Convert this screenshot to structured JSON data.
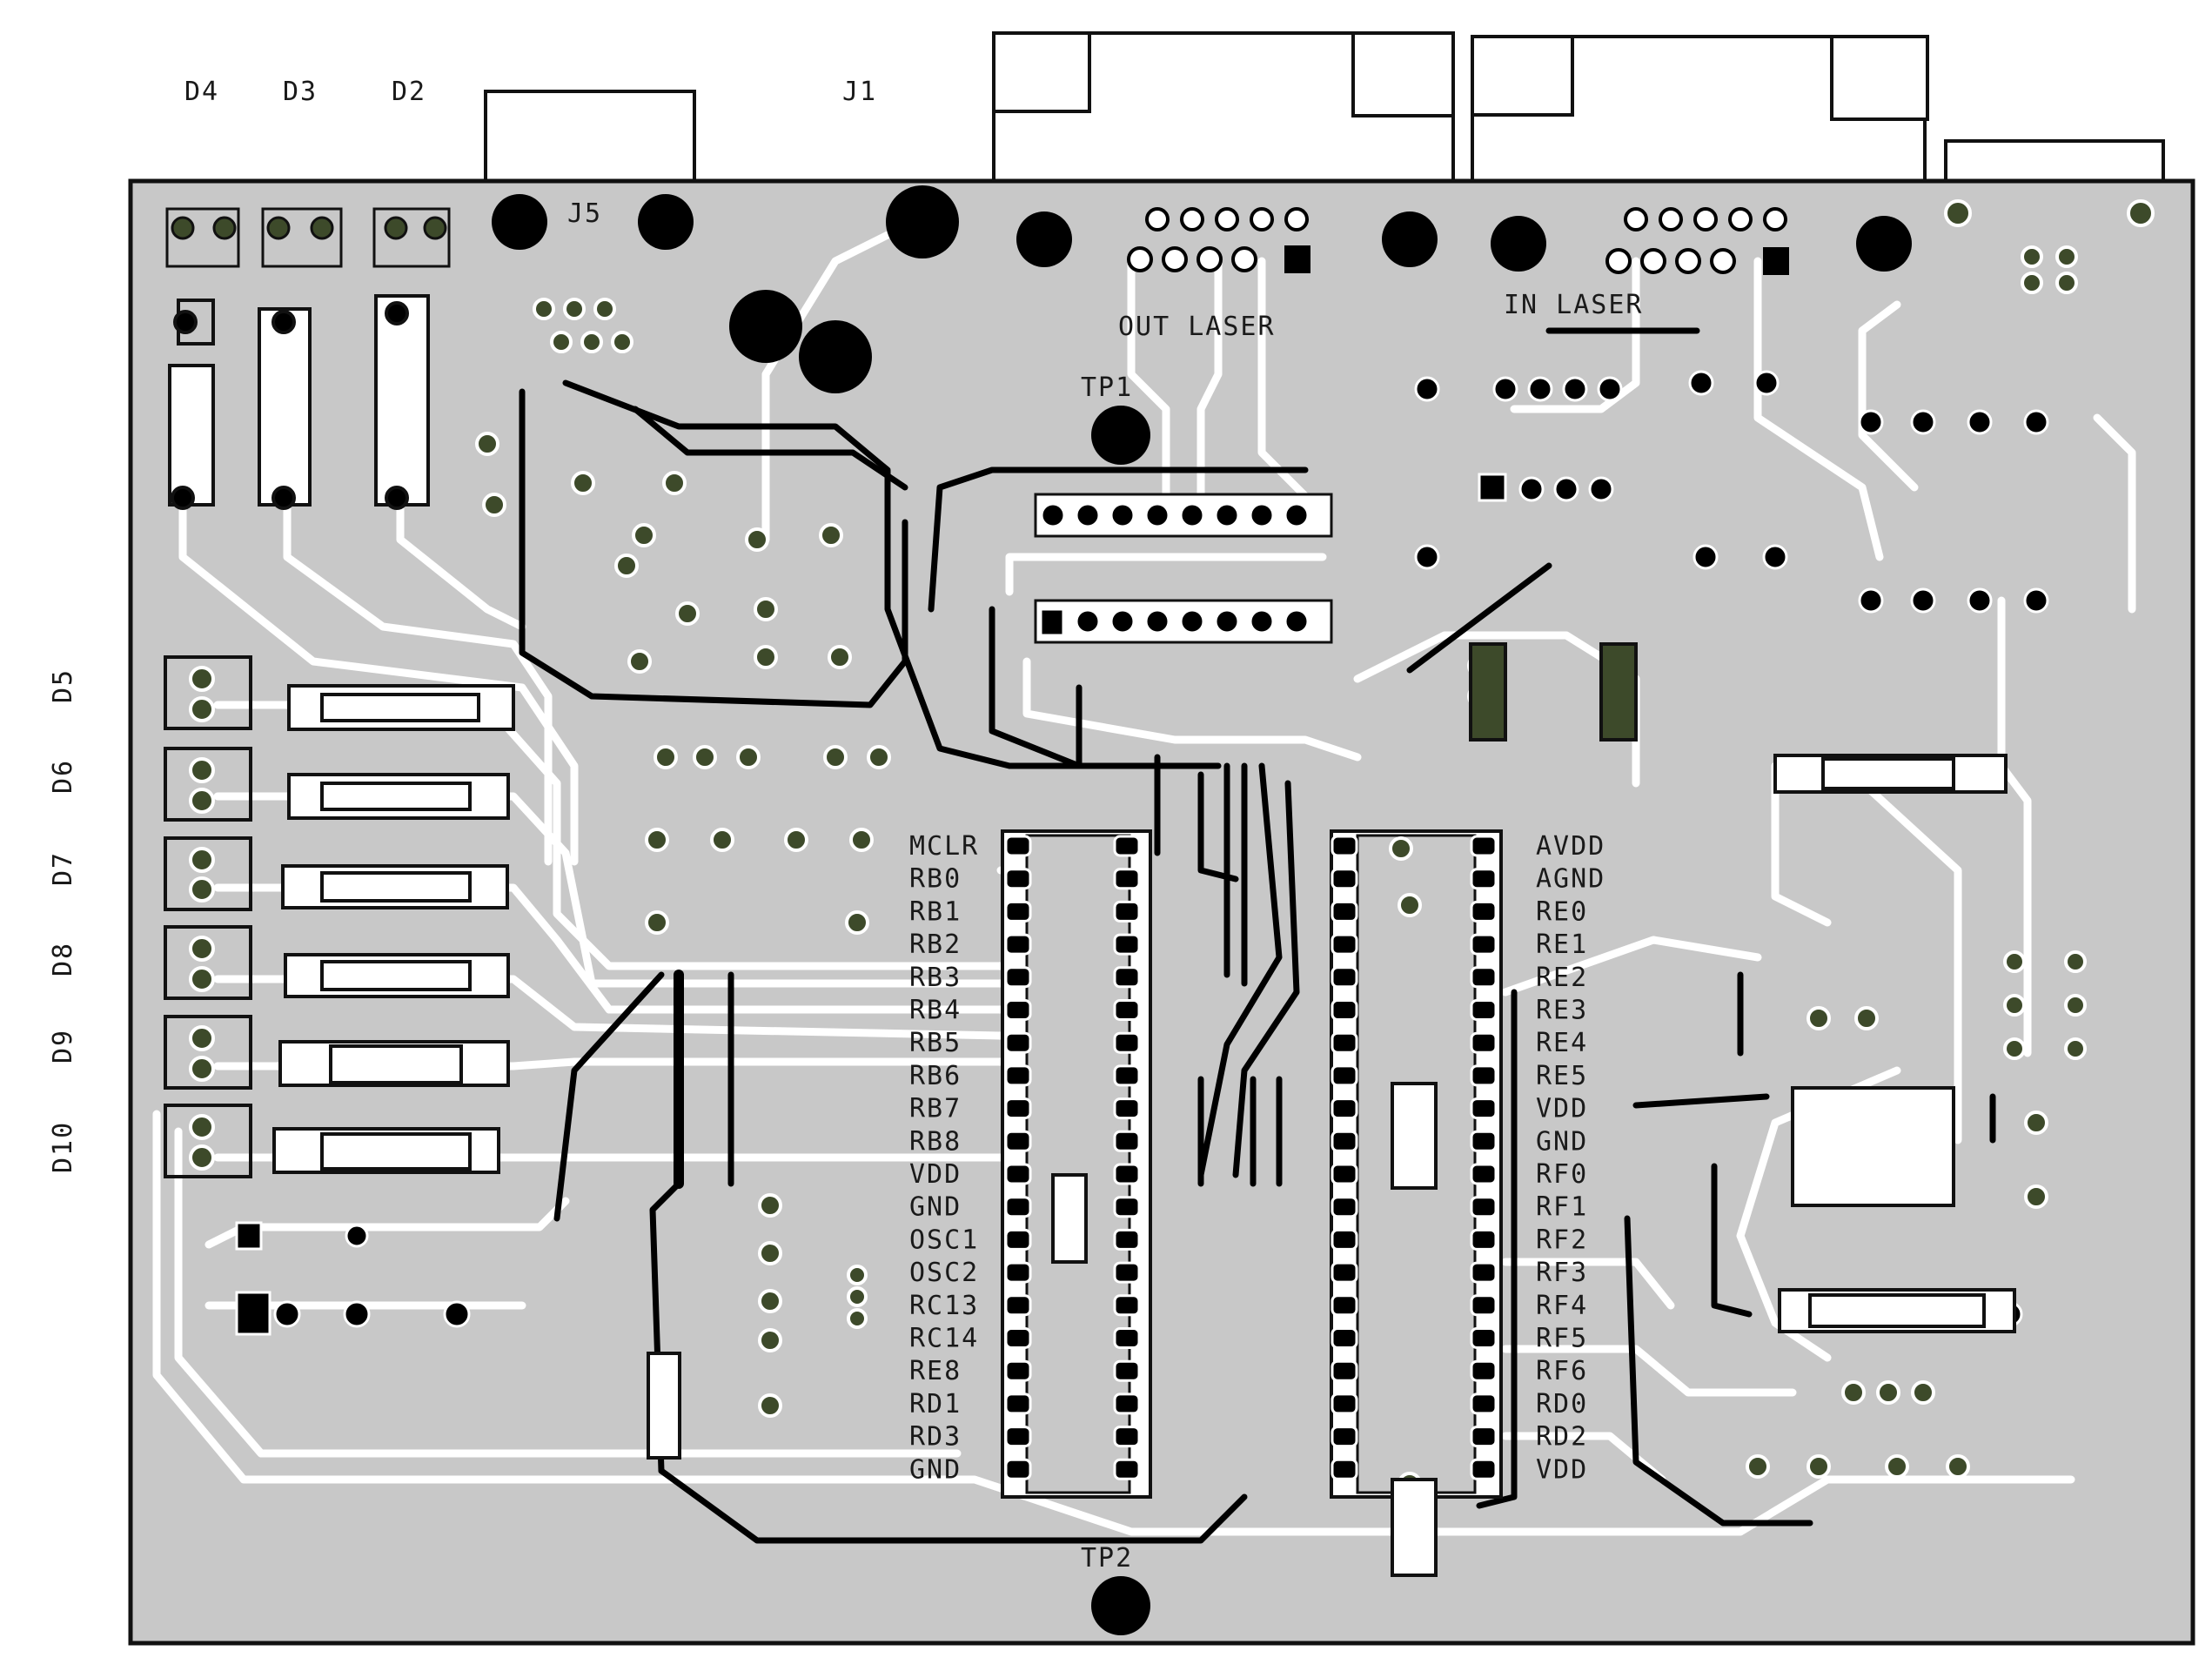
{
  "colors": {
    "board": "#c8c8c8",
    "outline": "#111111",
    "trace": "#ffffff",
    "top_trace": "#000000",
    "pad": "#ffffff",
    "via_fill": "#3d4a2a"
  },
  "board_labels": {
    "d4": "D4",
    "d3": "D3",
    "d2": "D2",
    "j1": "J1",
    "j5": "J5",
    "out_laser": "OUT  LASER",
    "in_laser": "IN  LASER",
    "tp1": "TP1",
    "tp2": "TP2",
    "d5": "D5",
    "d6": "D6",
    "d7": "D7",
    "d8": "D8",
    "d9": "D9",
    "d10": "D10"
  },
  "mcu_left_pins": [
    "MCLR",
    "RB0",
    "RB1",
    "RB2",
    "RB3",
    "RB4",
    "RB5",
    "RB6",
    "RB7",
    "RB8",
    "VDD",
    "GND",
    "OSC1",
    "OSC2",
    "RC13",
    "RC14",
    "RE8",
    "RD1",
    "RD3",
    "GND"
  ],
  "mcu_right_pins": [
    "AVDD",
    "AGND",
    "RE0",
    "RE1",
    "RE2",
    "RE3",
    "RE4",
    "RE5",
    "VDD",
    "GND",
    "RF0",
    "RF1",
    "RF2",
    "RF3",
    "RF4",
    "RF5",
    "RF6",
    "RD0",
    "RD2",
    "VDD"
  ]
}
